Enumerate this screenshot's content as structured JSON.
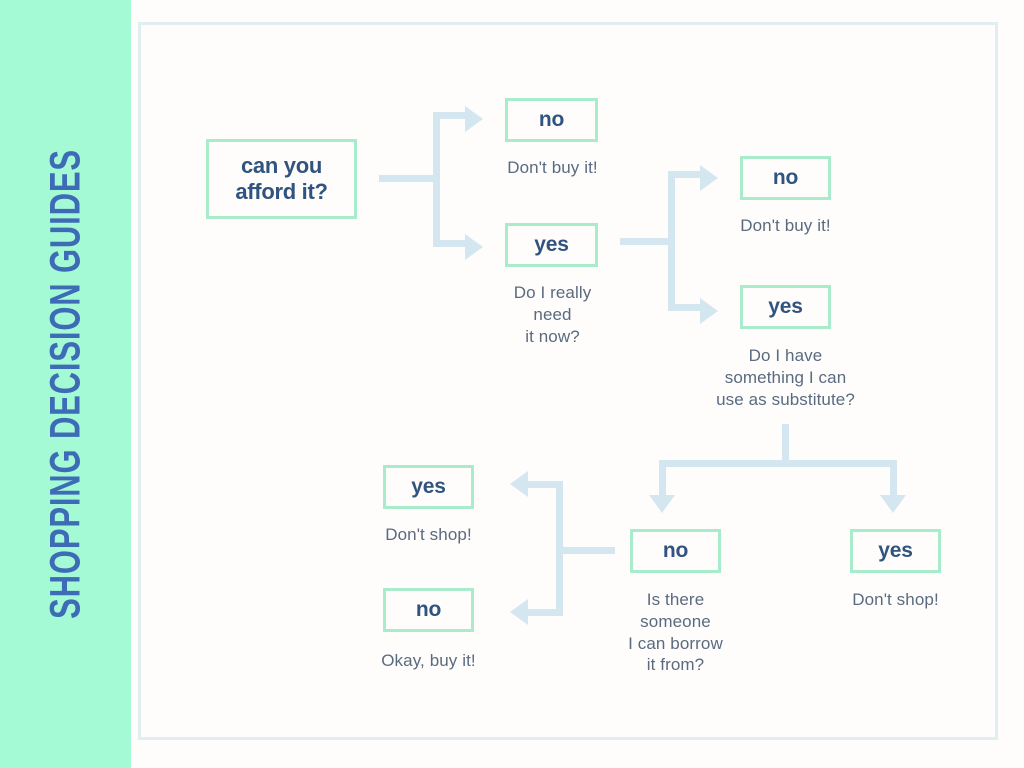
{
  "sidebar": {
    "title": "SHOPPING DECISION GUIDES",
    "background_color": "#a5fad6",
    "text_color": "#3d6bb5"
  },
  "theme": {
    "canvas_background": "#fefdfb",
    "frame_border": "#dfeef1",
    "node_border": "#a8eccc",
    "node_text": "#31537f",
    "caption_text": "#5a6b80",
    "connector": "#d4e7f0"
  },
  "flow": {
    "root": {
      "label": "can you\nafford it?",
      "line1": "can you",
      "line2": "afford it?"
    },
    "nodes": [
      {
        "id": "afford-no",
        "label": "no",
        "caption_lines": [
          "Don't buy it!"
        ]
      },
      {
        "id": "afford-yes",
        "label": "yes",
        "caption_lines": [
          "Do I really",
          "need",
          "it now?"
        ]
      },
      {
        "id": "need-no",
        "label": "no",
        "caption_lines": [
          "Don't buy it!"
        ]
      },
      {
        "id": "need-yes",
        "label": "yes",
        "caption_lines": [
          "Do I have",
          "something I can",
          "use as substitute?"
        ]
      },
      {
        "id": "substitute-no",
        "label": "no",
        "caption_lines": [
          "Is there",
          "someone",
          "I can borrow",
          "it from?"
        ]
      },
      {
        "id": "substitute-yes",
        "label": "yes",
        "caption_lines": [
          "Don't shop!"
        ]
      },
      {
        "id": "borrow-yes",
        "label": "yes",
        "caption_lines": [
          "Don't shop!"
        ]
      },
      {
        "id": "borrow-no",
        "label": "no",
        "caption_lines": [
          "Okay, buy it!"
        ]
      }
    ]
  }
}
